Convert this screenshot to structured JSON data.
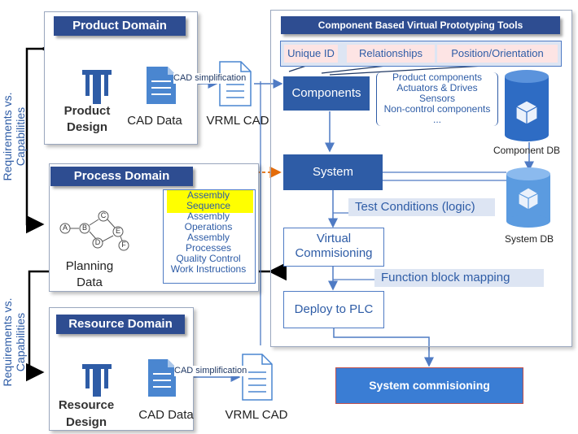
{
  "left": {
    "requirements_label_1": "Requirements vs. Capabilities",
    "requirements_label_2": "Requirements vs. Capabilities"
  },
  "product_domain": {
    "title": "Product Domain",
    "design_label_1": "Product",
    "design_label_2": "Design",
    "cad_label": "CAD Data",
    "simplification_label": "CAD simplification",
    "vrml_label": "VRML CAD"
  },
  "process_domain": {
    "title": "Process Domain",
    "planning_label_1": "Planning",
    "planning_label_2": "Data",
    "graph_nodes": [
      "A",
      "B",
      "C",
      "D",
      "E",
      "F"
    ],
    "assembly_highlight": [
      "Assembly",
      "Sequence"
    ],
    "assembly_items": [
      "Assembly",
      "Operations",
      "Assembly",
      "Processes",
      "Quality Control",
      "Work Instructions"
    ]
  },
  "resource_domain": {
    "title": "Resource Domain",
    "design_label_1": "Resource",
    "design_label_2": "Design",
    "cad_label": "CAD Data",
    "simplification_label": "CAD simplification",
    "vrml_label": "VRML CAD"
  },
  "vp_tools": {
    "title": "Component Based Virtual Prototyping Tools",
    "tags": [
      "Unique ID",
      "Relationships",
      "Position/Orientation"
    ],
    "components_label": "Components",
    "component_list": [
      "Product components",
      "Actuators & Drives",
      "Sensors",
      "Non-control components",
      "..."
    ],
    "component_db_label": "Component DB",
    "system_label": "System",
    "system_db_label": "System DB",
    "test_conditions_label": "Test Conditions (logic)",
    "virtual_commissioning_1": "Virtual",
    "virtual_commissioning_2": "Commisioning",
    "function_block_label": "Function block mapping",
    "deploy_label": "Deploy to PLC"
  },
  "system_commissioning_label": "System commisioning",
  "colors": {
    "dark_blue": "#2e4d91",
    "mid_blue": "#2e5ca6",
    "doc_blue": "#4a86d0",
    "highlight_yellow": "#ffff00",
    "orange_dashed": "#e46c0a",
    "commissioning_fill": "#3a7dd4"
  }
}
